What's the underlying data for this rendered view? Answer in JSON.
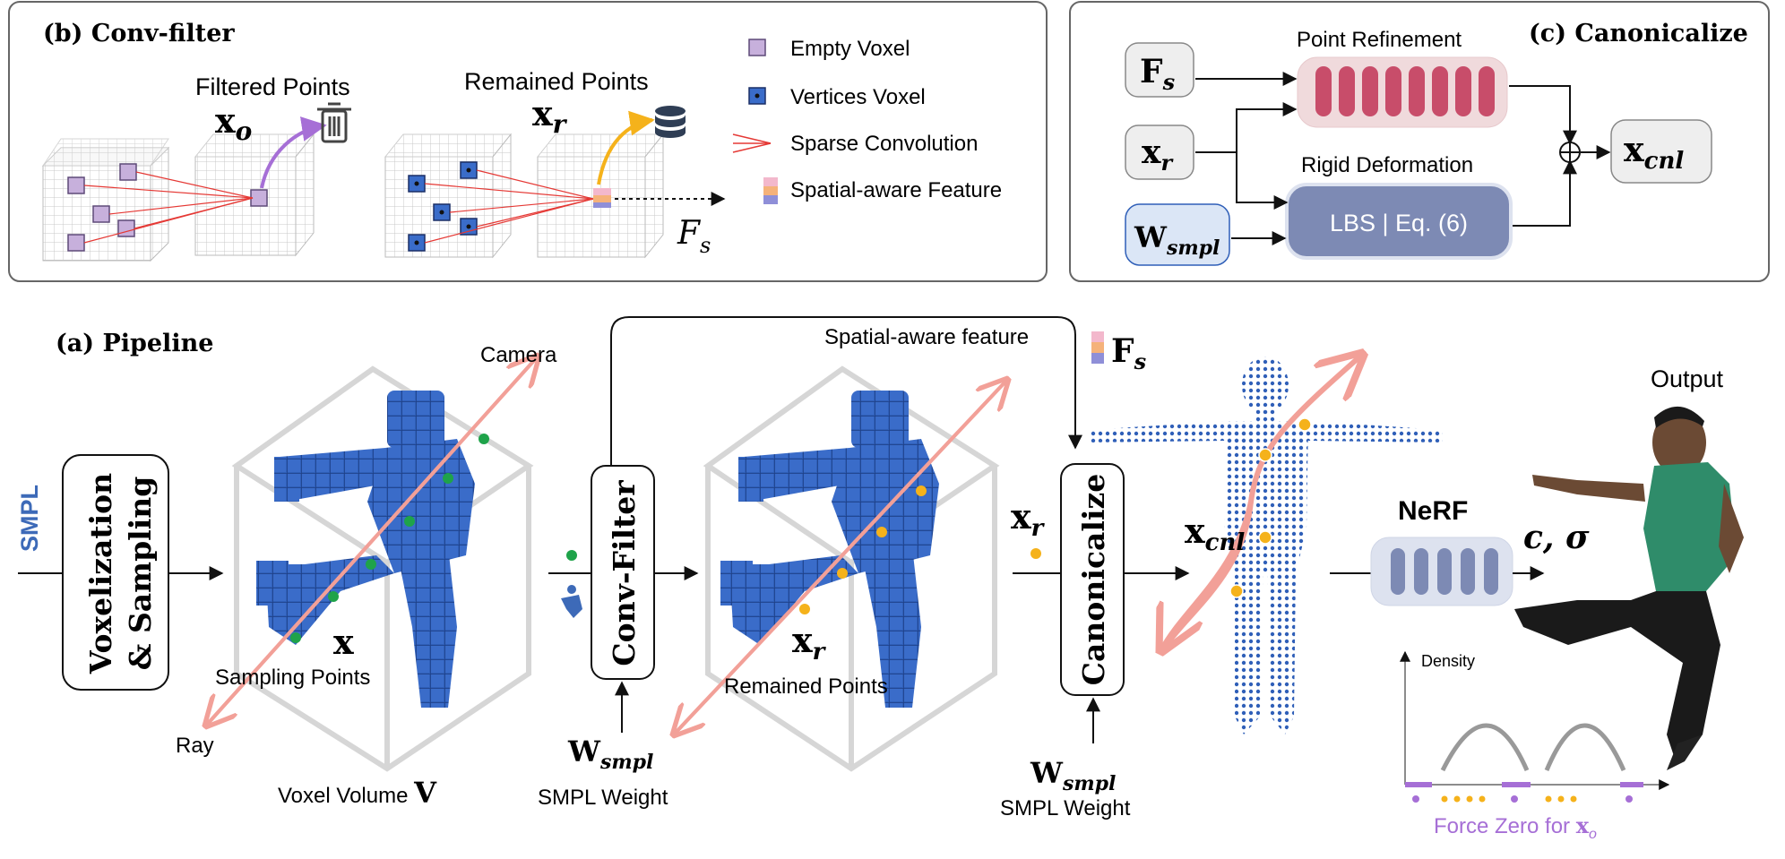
{
  "panels": {
    "b": {
      "title": "(b) Conv-filter",
      "filtered_label": "Filtered Points",
      "filtered_var": "x",
      "filtered_sub": "o",
      "remained_label": "Remained Points",
      "remained_var": "x",
      "remained_sub": "r",
      "feature_var": "F",
      "feature_sub": "s",
      "legend": [
        "Empty Voxel",
        "Vertices Voxel",
        "Sparse Convolution",
        "Spatial-aware Feature"
      ]
    },
    "c": {
      "title": "(c) Canonicalize",
      "fs_var": "F",
      "fs_sub": "s",
      "xr_var": "x",
      "xr_sub": "r",
      "w_var": "W",
      "w_sub": "smpl",
      "xcnl_var": "x",
      "xcnl_sub": "cnl",
      "point_refinement": "Point Refinement",
      "rigid_deformation": "Rigid Deformation",
      "lbs": "LBS | Eq. (6)"
    },
    "a": {
      "title": "(a) Pipeline",
      "smpl": "SMPL",
      "voxelization_1": "Voxelization",
      "voxelization_2": "& Sampling",
      "camera": "Camera",
      "ray": "Ray",
      "sampling_points": "Sampling Points",
      "x_var": "x",
      "voxel_volume": "Voxel Volume",
      "v_var": "V",
      "conv_filter": "Conv-Filter",
      "w_var": "W",
      "w_sub": "smpl",
      "smpl_weight": "SMPL Weight",
      "spatial_feature": "Spatial-aware feature",
      "fs_var": "F",
      "fs_sub": "s",
      "xr_var": "x",
      "xr_sub": "r",
      "remained_points": "Remained Points",
      "canonicalize": "Canonicalize",
      "xcnl_var": "x",
      "xcnl_sub": "cnl",
      "nerf": "NeRF",
      "c_sigma": "c, σ",
      "output": "Output",
      "density": "Density",
      "force_zero": "Force Zero for ",
      "force_var": "x",
      "force_sub": "o"
    }
  },
  "colors": {
    "voxel_blue": "#2f5fb8",
    "ray_pink": "#f2a098",
    "green": "#1fa34a",
    "orange": "#f5b21b",
    "purple": "#a66fd6",
    "refine": "#c84d6a",
    "lbs": "#7d8ab4"
  }
}
